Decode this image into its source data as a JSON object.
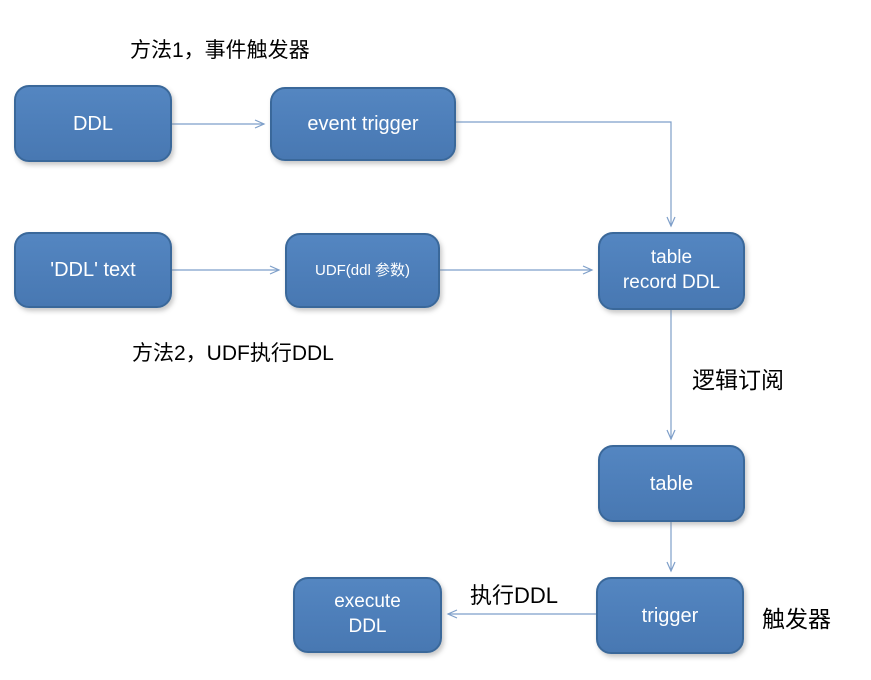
{
  "diagram": {
    "colors": {
      "background": "#ffffff",
      "node_fill": "#4f81bd",
      "node_border": "#3a689a",
      "node_text": "#ffffff",
      "connector": "#7e9fc9",
      "label_text": "#000000"
    },
    "nodes": {
      "ddl": {
        "label": "DDL"
      },
      "event_trigger": {
        "label": "event trigger"
      },
      "ddl_text": {
        "label": "'DDL' text"
      },
      "udf": {
        "label": "UDF(ddl 参数)"
      },
      "table_record_ddl": {
        "line1": "table",
        "line2": "record DDL"
      },
      "table": {
        "label": "table"
      },
      "trigger": {
        "label": "trigger"
      },
      "execute_ddl": {
        "line1": "execute",
        "line2": "DDL"
      }
    },
    "labels": {
      "method1": "方法1，事件触发器",
      "method2": "方法2，UDF执行DDL",
      "logical_subscription": "逻辑订阅",
      "execute_ddl_action": "执行DDL",
      "trigger_cn": "触发器"
    },
    "connections": [
      {
        "from": "ddl",
        "to": "event_trigger"
      },
      {
        "from": "event_trigger",
        "to": "table_record_ddl"
      },
      {
        "from": "ddl_text",
        "to": "udf"
      },
      {
        "from": "udf",
        "to": "table_record_ddl"
      },
      {
        "from": "table_record_ddl",
        "to": "table",
        "label": "逻辑订阅"
      },
      {
        "from": "table",
        "to": "trigger"
      },
      {
        "from": "trigger",
        "to": "execute_ddl",
        "label": "执行DDL"
      }
    ]
  }
}
